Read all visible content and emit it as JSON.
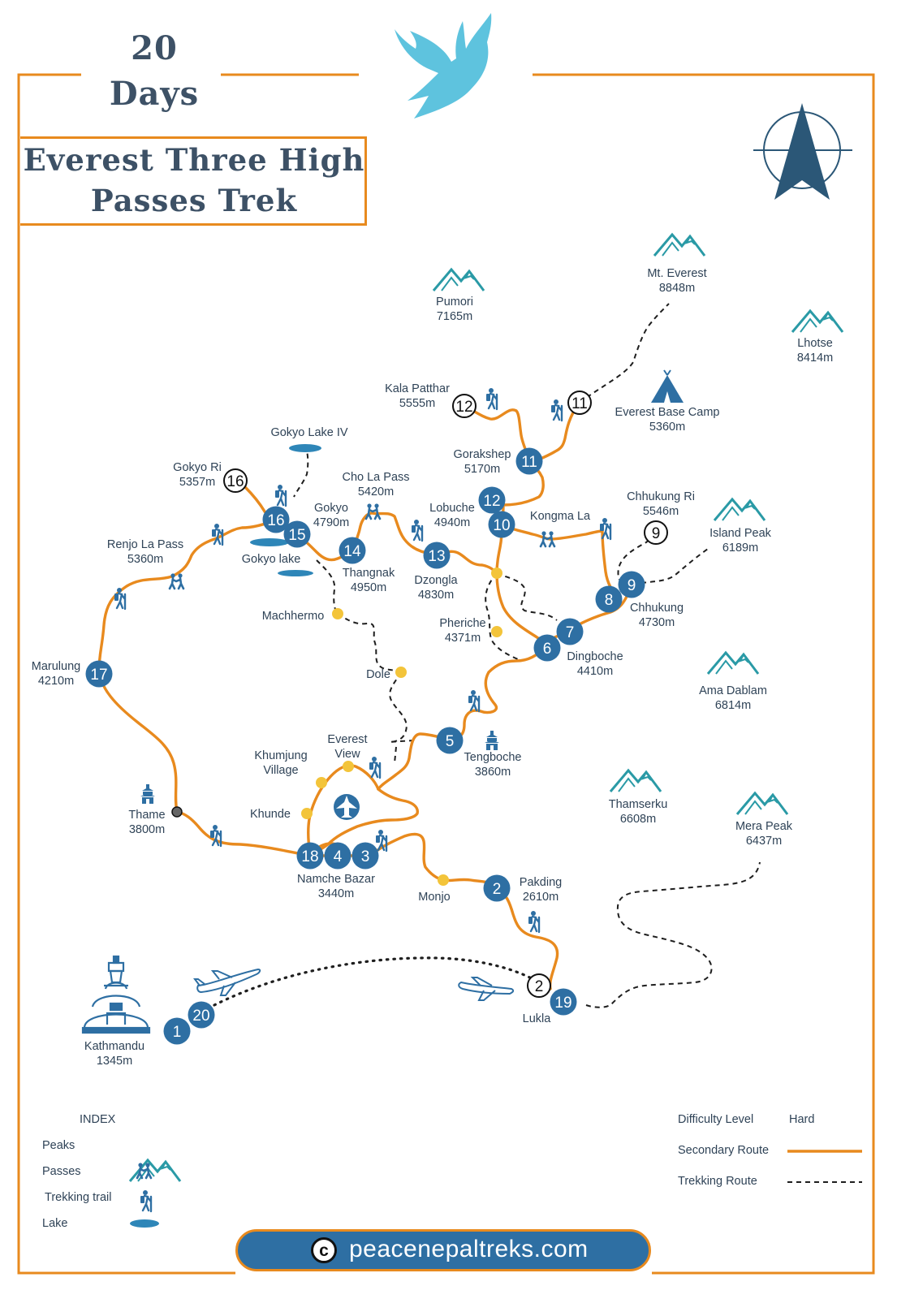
{
  "header": {
    "days_number": "20",
    "days_word": "Days",
    "title_line1": "Everest Three High",
    "title_line2": "Passes Trek"
  },
  "peaks": [
    {
      "name": "Mt. Everest",
      "elev": "8848m"
    },
    {
      "name": "Pumori",
      "elev": "7165m"
    },
    {
      "name": "Lhotse",
      "elev": "8414m"
    },
    {
      "name": "Island Peak",
      "elev": "6189m"
    },
    {
      "name": "Ama Dablam",
      "elev": "6814m"
    },
    {
      "name": "Thamserku",
      "elev": "6608m"
    },
    {
      "name": "Mera Peak",
      "elev": "6437m"
    }
  ],
  "places": {
    "everest_base_camp": {
      "name": "Everest Base Camp",
      "elev": "5360m"
    },
    "kala_patthar": {
      "name": "Kala Patthar",
      "elev": "5555m"
    },
    "gorakshep": {
      "name": "Gorakshep",
      "elev": "5170m"
    },
    "lobuche": {
      "name": "Lobuche",
      "elev": "4940m"
    },
    "kongma_la": {
      "name": "Kongma La"
    },
    "chhukung_ri": {
      "name": "Chhukung Ri",
      "elev": "5546m"
    },
    "chhukung": {
      "name": "Chhukung",
      "elev": "4730m"
    },
    "dingboche": {
      "name": "Dingboche",
      "elev": "4410m"
    },
    "pheriche": {
      "name": "Pheriche",
      "elev": "4371m"
    },
    "dzongla": {
      "name": "Dzongla",
      "elev": "4830m"
    },
    "cho_la_pass": {
      "name": "Cho La Pass",
      "elev": "5420m"
    },
    "gokyo_lake_iv": {
      "name": "Gokyo Lake IV"
    },
    "gokyo_ri": {
      "name": "Gokyo Ri",
      "elev": "5357m"
    },
    "gokyo": {
      "name": "Gokyo",
      "elev": "4790m"
    },
    "gokyo_lake": {
      "name": "Gokyo lake"
    },
    "thangnak": {
      "name": "Thangnak",
      "elev": "4950m"
    },
    "renjo_la_pass": {
      "name": "Renjo La Pass",
      "elev": "5360m"
    },
    "machhermo": {
      "name": "Machhermo"
    },
    "dole": {
      "name": "Dole"
    },
    "marulung": {
      "name": "Marulung",
      "elev": "4210m"
    },
    "tengboche": {
      "name": "Tengboche",
      "elev": "3860m"
    },
    "everest_view_1": "Everest",
    "everest_view_2": "View",
    "khumjung_1": "Khumjung",
    "khumjung_2": "Village",
    "khunde": "Khunde",
    "thame": {
      "name": "Thame",
      "elev": "3800m"
    },
    "namche": {
      "name": "Namche Bazar",
      "elev": "3440m"
    },
    "monjo": "Monjo",
    "pakding": {
      "name": "Pakding",
      "elev": "2610m"
    },
    "lukla": "Lukla",
    "kathmandu": {
      "name": "Kathmandu",
      "elev": "1345m"
    }
  },
  "day_markers": [
    "1",
    "2",
    "3",
    "4",
    "5",
    "6",
    "7",
    "8",
    "9",
    "10",
    "11",
    "12",
    "13",
    "14",
    "15",
    "16",
    "17",
    "18",
    "19",
    "20"
  ],
  "index": {
    "title": "INDEX",
    "peaks": "Peaks",
    "passes": "Passes",
    "trekking_trail": "Trekking trail",
    "lake": "Lake"
  },
  "legend": {
    "difficulty_label": "Difficulty Level",
    "difficulty_value": "Hard",
    "secondary_route": "Secondary Route",
    "trekking_route": "Trekking Route"
  },
  "footer": {
    "copyright_symbol": "c",
    "website": "peacenepaltreks.com"
  },
  "colors": {
    "orange": "#e88a1e",
    "blue": "#2e6fa3",
    "teal": "#2a9aa6",
    "yellow": "#f3c43a",
    "text": "#2f4357",
    "bird": "#5ec3de",
    "compass": "#2b5777"
  }
}
